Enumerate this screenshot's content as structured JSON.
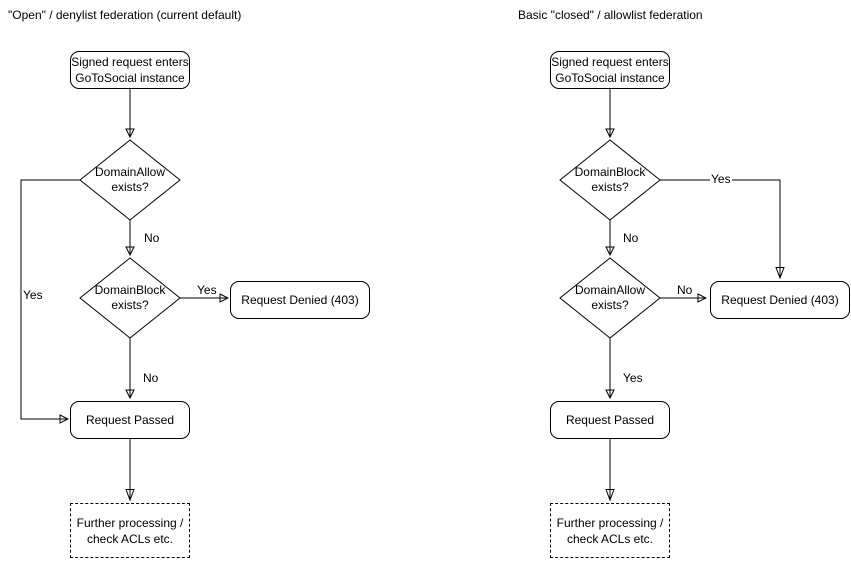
{
  "colors": {
    "background": "#ffffff",
    "stroke": "#000000",
    "text": "#000000"
  },
  "diagrams": [
    {
      "title": "\"Open\" / denylist federation (current default)",
      "nodes": {
        "start": "Signed request enters GoToSocial instance",
        "decision1": "DomainAllow exists?",
        "decision2": "DomainBlock exists?",
        "denied": "Request Denied (403)",
        "passed": "Request Passed",
        "further": "Further processing / check ACLs etc."
      },
      "edge_labels": {
        "decision1_yes": "Yes",
        "decision1_no": "No",
        "decision2_yes": "Yes",
        "decision2_no": "No"
      }
    },
    {
      "title": "Basic \"closed\" / allowlist federation",
      "nodes": {
        "start": "Signed request enters GoToSocial instance",
        "decision1": "DomainBlock exists?",
        "decision2": "DomainAllow exists?",
        "denied": "Request Denied (403)",
        "passed": "Request Passed",
        "further": "Further processing / check ACLs etc."
      },
      "edge_labels": {
        "decision1_yes": "Yes",
        "decision1_no": "No",
        "decision2_no": "No",
        "decision2_yes": "Yes"
      }
    }
  ]
}
